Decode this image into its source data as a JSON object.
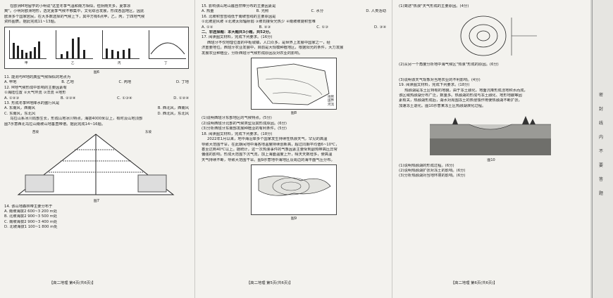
{
  "page4": {
    "intro": [
      "在欧洲M地留学的小明说\"这里冬季气温和南方相似，但阴雨天多，夏季凉",
      "爽\"。小明对欧洲地形，选定夏季气候不够集中，文化综合发展，形成各国地区，因此",
      "欧洲多个国家居民，在大多数选择的气候上下，其中方有6点甲，乙，丙，丁四地气候",
      "资料图表。据此完成11~13题。"
    ],
    "climate_labels": [
      "甲",
      "乙",
      "丙",
      "丁"
    ],
    "fig6": "图6",
    "q11": "11. 能测与M地的典型气候相似的地点为",
    "q11_opts": [
      "A. 甲地",
      "B. 乙地",
      "C. 丙地",
      "D. 丁地"
    ],
    "q12": "12. M地气候形成中影响的主要因素有",
    "q12_line": "①海陆位置 ②大气环流 ③洋流 ④地形",
    "q12_opts": [
      "A. ①②③",
      "B. ②③④",
      "C. ①③④",
      "D. ①②④"
    ],
    "q13": "13. 形成冬季M地降水的盛行风是",
    "q13_opts": [
      "A. 东南风，西南风",
      "B. 西北风，西南风"
    ],
    "q13_opts2": [
      "C. 东南风，东北风",
      "D. 西北风，东北风"
    ],
    "para2": [
      "乌拉山系冰川局部生长，形成山地冰川特点，海拔4000米以上，有时及山地顶部",
      "图7示意西北乌拉山南坡山地垂直带谱。据此完成14~16题。"
    ],
    "fig7": "图7",
    "fig7_labels": [
      "西坡",
      "东坡"
    ],
    "q14": "14. 该山地森林带主要分布于",
    "q14_opts": [
      "A. 南坡海拔2 600~3 200 m处",
      "B. 北坡海拔2 900~3 500 m处",
      "C. 南坡海拔2 900~3 400 m处",
      "D. 北坡海拔1 100~1 800 m处"
    ],
    "footer": "【高二地理  第4页(共6页)】"
  },
  "page5": {
    "q15": "15. 影响该山地山麓自然带分布的主要因素是",
    "q15_opts": [
      "A. 热量",
      "B. 光照",
      "C. 水分",
      "D. 人类活动"
    ],
    "q16": "16. 北坡积雪雪线低于南坡雪线的主要原因是",
    "q16_line": "①北坡迎风坡 ②北坡太阳辐射弱 ③坡向接受光热少 ④南坡坡陡积雪难",
    "q16_opts": [
      "A. ①②",
      "B. ②③",
      "C. ①③",
      "D. ③④"
    ],
    "section": "二、非选择题：本大题共3小题，共52分。",
    "q17": "17. 阅读图文材料，完成下列要求。(16分)",
    "q17_text": [
      "西班牙不仅地理位置的中枢城镇，人口众多，是世界上发展中国家之一，经",
      "济重要地位。西班牙农业发展中，目前是大规模种植地区，根据阳光的条件，大力发展",
      "发展农业种植业，分析西班牙气候形成原因及对农业的影响。"
    ],
    "fig8": "图8",
    "legend": [
      "地势",
      "国界",
      "河流"
    ],
    "q17_1": "(1)说明西班牙东部地区的气候特点。(5分)",
    "q17_2": "(2)说明西班牙北部的气候类型及其形成原因。(6分)",
    "q17_3": "(3)分析西班牙东南部发展种植业的有利条件。(5分)",
    "q18": "18. 阅读图文材料，完成下列要求。(18分)",
    "q18_text": [
      "2022年1月以来，地中海沿岸多个国家发生持续性热浪天气，罕见的高温",
      "导致大范围干旱，在此期间地中海各地温度持续创新高，超过同期平均值6~10℃，",
      "甚至达到40℃以上。据统计，这一次热浪事件的气象因素主要受到副热带高压异常",
      "偏强的影响，形成大范围下沉气流，加上海面温度上升，晴天天数增多，使高温",
      "天气持续不断，导致大范围干旱。图9示意地中海地区及周边的海平面气压分布。"
    ],
    "fig9": "图9",
    "footer": "【高二地理  第5页(共6页)】"
  },
  "page6": {
    "q18_1": "(1)简述\"热浪\"天气形成的主要原因。(4分)",
    "q18_2": "(2)从另一个角度分析地中海气候区\"热浪\"形成的原因。(6分)",
    "q18_3": "(3)说明该天气现象对当地农业的不利影响。(4分)",
    "q19": "19. 阅读图文材料，完成下列要求。(18分)",
    "q19_text": [
      "热融湖是冻土区特有的地貌，由于冻土融化，地面沉降形成洼地积水而成，",
      "该区域热融湖分布广泛，数量多。热融湖的形成与冻土融化、地形地貌等因",
      "素有关，热融湖形成后，湖水对周围冻土的热侵蚀作用使热融湖不断扩张，",
      "加速冻土退化。图10示意某冻土区热融湖演化过程。"
    ],
    "fig10": "图10",
    "q19_1": "(1)说明热融湖的形成过程。(6分)",
    "q19_2": "(2)说明热融湖扩张对冻土的影响。(6分)",
    "q19_3": "(3)分析热融湖对当地环境的影响。(6分)",
    "footer": "【高二地理  第6页(共6页)】"
  },
  "sidebar": [
    "密",
    "封",
    "线",
    "内",
    "不",
    "要",
    "答",
    "题"
  ]
}
